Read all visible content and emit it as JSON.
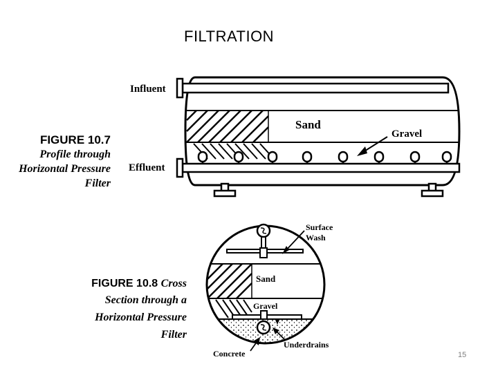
{
  "slide": {
    "title": "FILTRATION",
    "page_number": "15"
  },
  "figure_10_7": {
    "number": "FIGURE 10.7",
    "caption_lines": [
      "Profile through",
      "Horizontal Pressure",
      "Filter"
    ],
    "labels": {
      "influent": "Influent",
      "effluent": "Effluent",
      "sand": "Sand",
      "gravel": "Gravel"
    }
  },
  "figure_10_8": {
    "number": "FIGURE 10.8",
    "number_suffix": "Cross",
    "caption_lines": [
      "Section through a",
      "Horizontal Pressure",
      "Filter"
    ],
    "labels": {
      "surface_wash_1": "Surface",
      "surface_wash_2": "Wash",
      "sand": "Sand",
      "gravel": "Gravel",
      "concrete": "Concrete",
      "underdrains": "Underdrains"
    }
  }
}
